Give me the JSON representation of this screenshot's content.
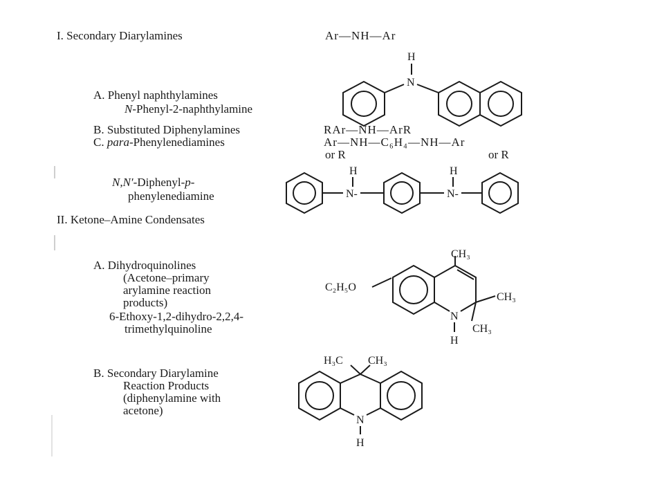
{
  "section1": {
    "heading": "I. Secondary Diarylamines",
    "formula": "Ar—NH—Ar",
    "itemA": {
      "title": "A. Phenyl naphthylamines",
      "example_prefix": "N",
      "example_rest": "-Phenyl-2-naphthylamine"
    },
    "itemB": {
      "title": "B. Substituted Diphenylamines",
      "formula": "RAr—NH—ArR"
    },
    "itemC": {
      "title_prefix": "C. ",
      "title_italic": "para",
      "title_rest": "-Phenylenediamines",
      "formula": "Ar—NH—C₆H₄—NH—Ar",
      "alt_left": "or R",
      "alt_right": "or R",
      "example_line1_italic": "N,N′",
      "example_line1_rest": "-Diphenyl-",
      "example_line1_italic2": "p",
      "example_line1_end": "-",
      "example_line2": "phenylenediamine"
    }
  },
  "section2": {
    "heading": "II. Ketone–Amine Condensates",
    "itemA": {
      "lines": [
        "A. Dihydroquinolines",
        "(Acetone–primary",
        "arylamine reaction",
        "products)",
        "6-Ethoxy-1,2-dihydro-2,2,4-",
        "trimethylquinoline"
      ]
    },
    "itemB": {
      "lines": [
        "B. Secondary Diarylamine",
        "Reaction Products",
        "(diphenylamine with",
        "acetone)"
      ]
    }
  },
  "atoms": {
    "H": "H",
    "N": "N",
    "NH_dash": "N-",
    "CH3": "CH₃",
    "C2H5O": "C₂H₅O",
    "H3C": "H₃C"
  }
}
